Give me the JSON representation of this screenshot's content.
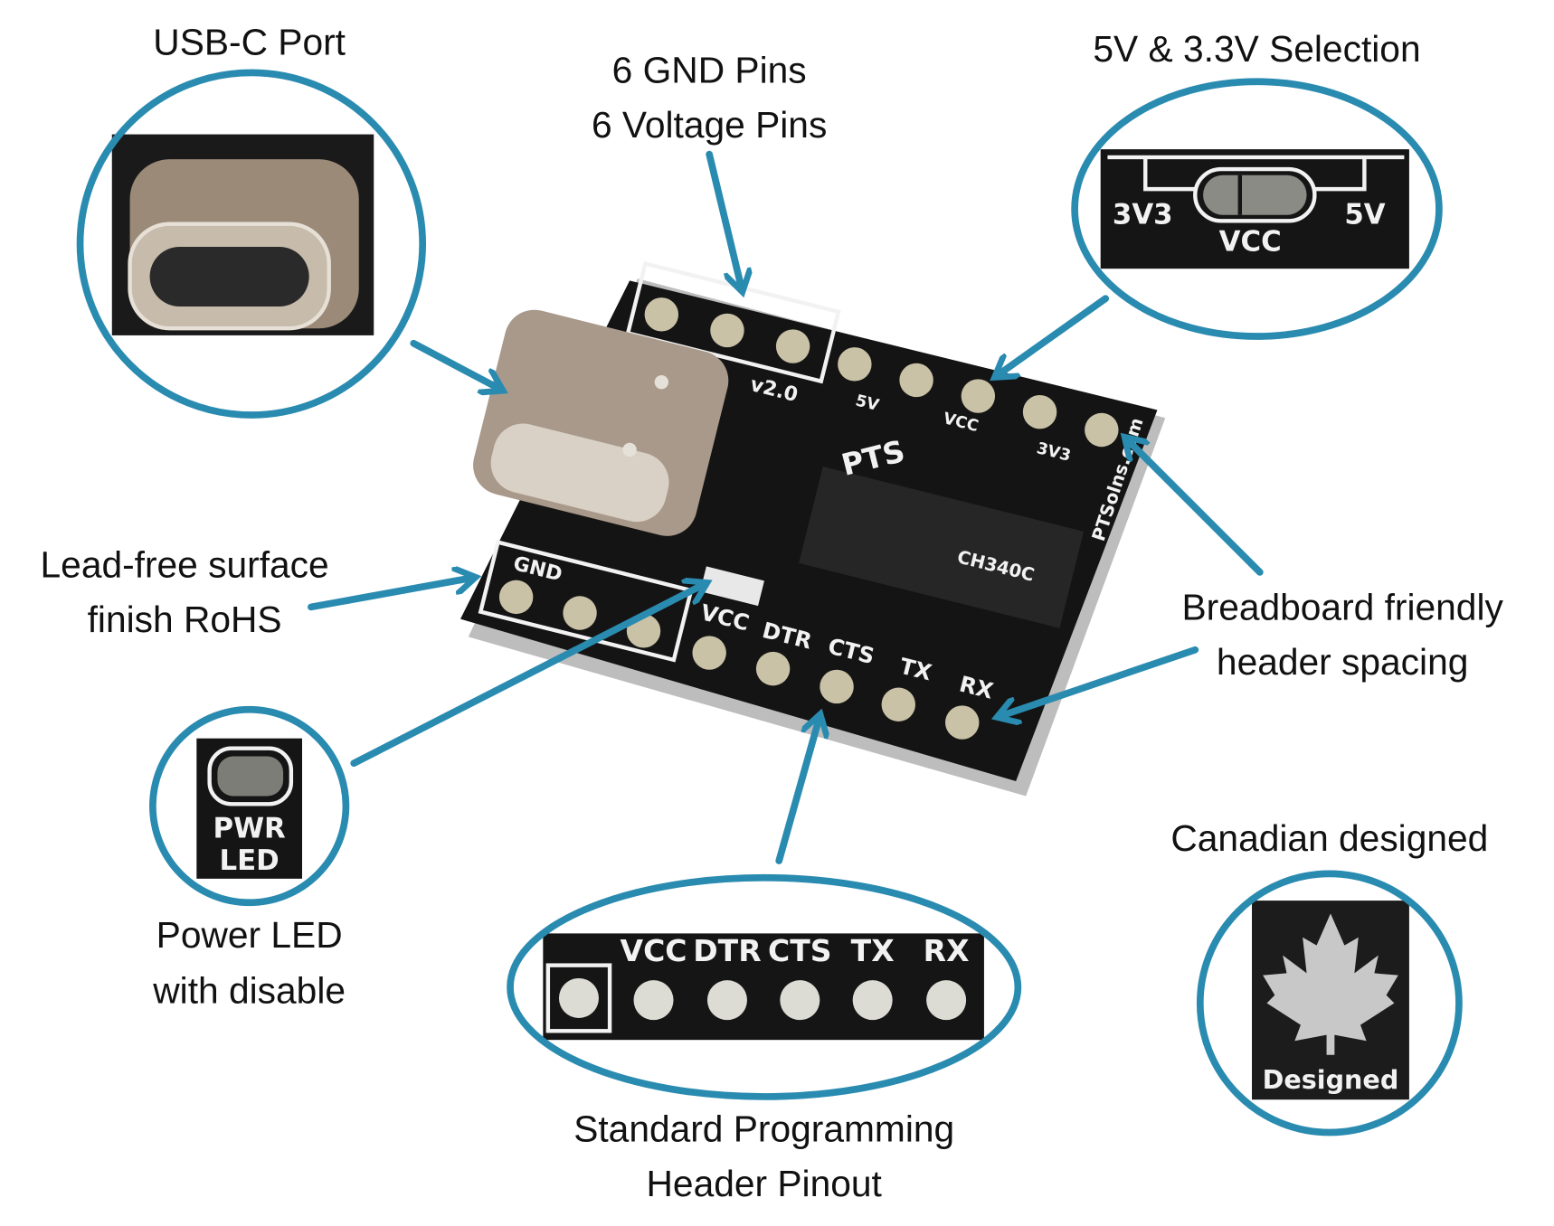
{
  "colors": {
    "accent": "#2a8bb0",
    "pcb": "#141414",
    "silk": "#f2f2f2",
    "pad": "#c9c2a6"
  },
  "callouts": {
    "usb": {
      "lines": [
        "USB-C Port"
      ]
    },
    "pins": {
      "lines": [
        "6 GND Pins",
        "6 Voltage Pins"
      ]
    },
    "voltage": {
      "lines": [
        "5V & 3.3V Selection"
      ]
    },
    "leadfree": {
      "lines": [
        "Lead-free surface",
        "finish RoHS"
      ]
    },
    "breadboard": {
      "lines": [
        "Breadboard friendly",
        "header spacing"
      ]
    },
    "powerled": {
      "lines": [
        "Power LED",
        "with disable"
      ]
    },
    "canadian": {
      "lines": [
        "Canadian designed"
      ]
    },
    "pinout": {
      "lines": [
        "Standard Programming",
        "Header Pinout"
      ]
    }
  },
  "insets": {
    "voltage": {
      "left": "3V3",
      "center": "VCC",
      "right": "5V"
    },
    "powerled": {
      "line1": "PWR",
      "line2": "LED"
    },
    "pinout": {
      "pins": [
        "VCC",
        "DTR",
        "CTS",
        "TX",
        "RX"
      ]
    },
    "canadian": {
      "label": "Designed"
    }
  },
  "board": {
    "version": "v2.0",
    "gnd": "GND",
    "five_v": "5V",
    "three_v": "3V3",
    "vcc": "VCC",
    "brand": "PTS",
    "website": "PTSolns.com",
    "chip": "CH340C",
    "pins": [
      "VCC",
      "DTR",
      "CTS",
      "TX",
      "RX"
    ]
  }
}
